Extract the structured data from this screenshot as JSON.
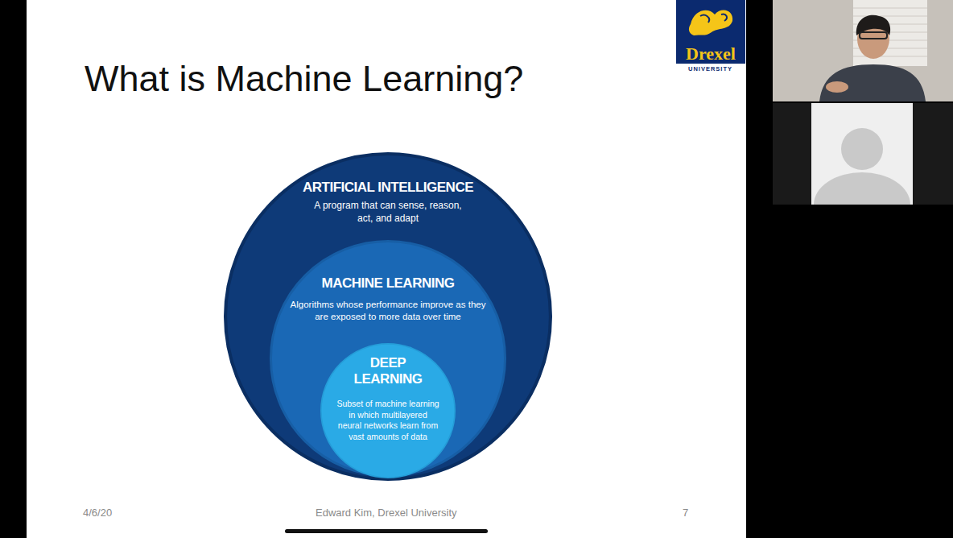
{
  "diagram": {
    "title": "What is Machine Learning?",
    "nodes": [
      {
        "text": [
          "ARTIFICIAL INTELLIGENCE",
          "A program that can sense, reason, act, and adapt"
        ]
      },
      {
        "text": [
          "MACHINE LEARNING",
          "Algorithms whose performance improve as they are exposed to more data over time"
        ],
        "in": 0
      },
      {
        "text": [
          "DEEP LEARNING",
          "Subset of machine learning in which multilayered neural networks learn from vast amounts of data"
        ],
        "in": 1
      }
    ],
    "labels": [
      "4/6/20",
      "Edward Kim, Drexel University",
      "7",
      "Drexel",
      "UNIVERSITY"
    ]
  }
}
